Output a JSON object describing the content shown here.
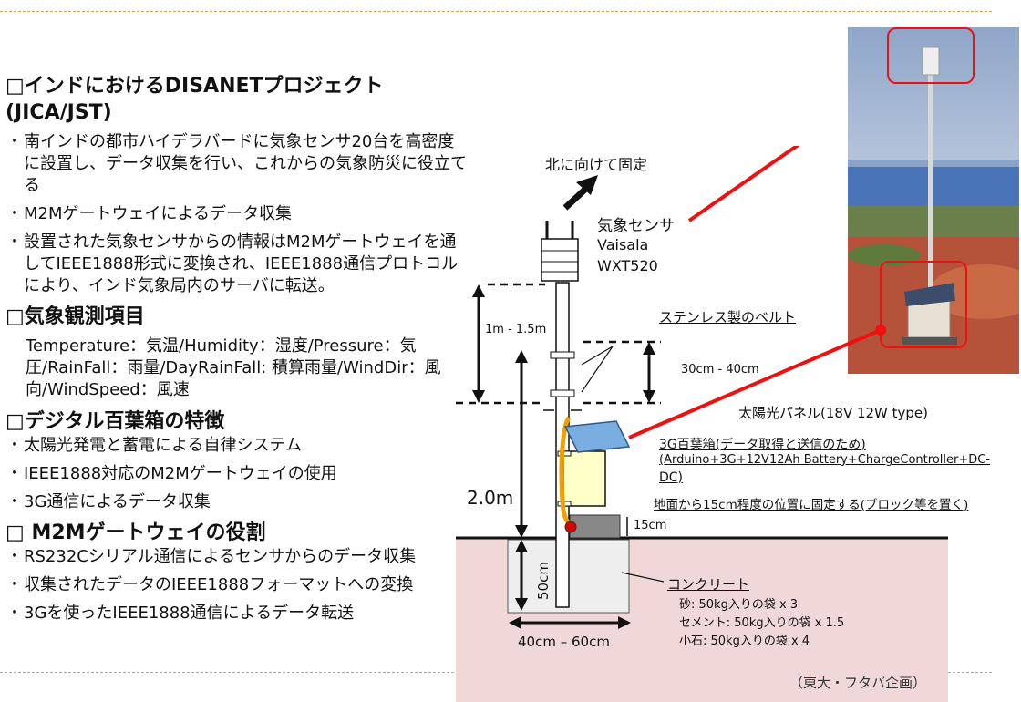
{
  "sections": [
    {
      "heading": "□インドにおけるDISANETプロジェクト",
      "heading2": "(JICA/JST)",
      "bullets": [
        "南インドの都市ハイデラバードに気象センサ20台を高密度に設置し、データ収集を行い、これからの気象防災に役立てる",
        "M2Mゲートウェイによるデータ収集",
        "設置された気象センサからの情報はM2Mゲートウェイを通してIEEE1888形式に変換され、IEEE1888通信プロトコルにより、インド気象局内のサーバに転送。"
      ]
    },
    {
      "heading": "□気象観測項目",
      "text": "Temperature：気温/Humidity：湿度/Pressure：気圧/RainFall：雨量/DayRainFall: 積算雨量/WindDir：風向/WindSpeed：風速"
    },
    {
      "heading": "□デジタル百葉箱の特徴",
      "bullets": [
        "太陽光発電と蓄電による自律システム",
        "IEEE1888対応のM2Mゲートウェイの使用",
        "3G通信によるデータ収集"
      ]
    },
    {
      "heading": "□ M2Mゲートウェイの役割",
      "bullets": [
        "RS232Cシリアル通信によるセンサからのデータ収集",
        "収集されたデータのIEEE1888フォーマットへの変換",
        "3Gを使ったIEEE1888通信によるデータ転送"
      ]
    }
  ],
  "bullet_mark": "・",
  "diagram": {
    "north": "北に向けて固定",
    "sensor_l1": "気象センサ",
    "sensor_l2": "Vaisala",
    "sensor_l3": "WXT520",
    "belt": "ステンレス製のベルト",
    "dim_1m": "1m - 1.5m",
    "dim_30cm": "30cm - 40cm",
    "solar": "太陽光パネル(18V 12W type)",
    "box_l1": "3G百葉箱(データ取得と送信のため)",
    "box_l2": "(Arduino+3G+12V12Ah Battery+ChargeController+DC-",
    "box_l3": "DC)",
    "ground": "地面から15cm程度の位置に固定する(ブロック等を置く)",
    "dim_15cm": "15cm",
    "dim_2m": "2.0m",
    "dim_50cm": "50cm",
    "dim_4060": "40cm – 60cm",
    "concrete": "コンクリート",
    "sand": "砂: 50kg入りの袋 x 3",
    "cement": "セメント: 50kg入りの袋 x 1.5",
    "gravel": "小石: 50kg入りの袋 x 4"
  },
  "footer": "（東大・フタバ企画）",
  "colors": {
    "soil": "#f0d8d8",
    "concrete": "#eeeeee",
    "accent_red": "#e11",
    "panel": "#7aaee0",
    "box": "#ffffc8"
  }
}
